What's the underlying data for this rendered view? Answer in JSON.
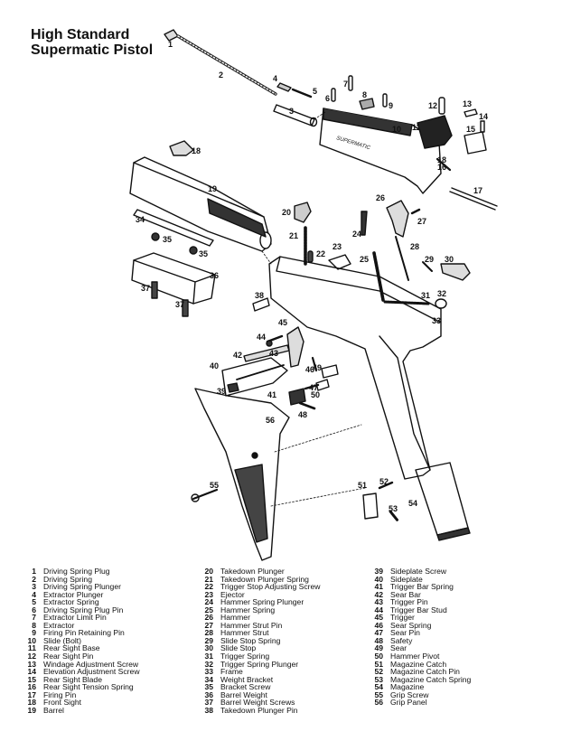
{
  "title": {
    "line1": "High Standard",
    "line2": "Supermatic Pistol"
  },
  "slide_marking": "SUPERMATIC",
  "parts": [
    {
      "num": "1",
      "name": "Driving Spring Plug"
    },
    {
      "num": "2",
      "name": "Driving Spring"
    },
    {
      "num": "3",
      "name": "Driving Spring Plunger"
    },
    {
      "num": "4",
      "name": "Extractor Plunger"
    },
    {
      "num": "5",
      "name": "Extractor Spring"
    },
    {
      "num": "6",
      "name": "Driving Spring Plug Pin"
    },
    {
      "num": "7",
      "name": "Extractor Limit Pin"
    },
    {
      "num": "8",
      "name": "Extractor"
    },
    {
      "num": "9",
      "name": "Firing Pin Retaining Pin"
    },
    {
      "num": "10",
      "name": "Slide (Bolt)"
    },
    {
      "num": "11",
      "name": "Rear Sight Base"
    },
    {
      "num": "12",
      "name": "Rear Sight Pin"
    },
    {
      "num": "13",
      "name": "Windage Adjustment Screw"
    },
    {
      "num": "14",
      "name": "Elevation Adjustment Screw"
    },
    {
      "num": "15",
      "name": "Rear Sight Blade"
    },
    {
      "num": "16",
      "name": "Rear Sight Tension Spring"
    },
    {
      "num": "17",
      "name": "Firing Pin"
    },
    {
      "num": "18",
      "name": "Front Sight"
    },
    {
      "num": "19",
      "name": "Barrel"
    },
    {
      "num": "20",
      "name": "Takedown Plunger"
    },
    {
      "num": "21",
      "name": "Takedown Plunger Spring"
    },
    {
      "num": "22",
      "name": "Trigger Stop Adjusting Screw"
    },
    {
      "num": "23",
      "name": "Ejector"
    },
    {
      "num": "24",
      "name": "Hammer Spring Plunger"
    },
    {
      "num": "25",
      "name": "Hammer Spring"
    },
    {
      "num": "26",
      "name": "Hammer"
    },
    {
      "num": "27",
      "name": "Hammer Strut Pin"
    },
    {
      "num": "28",
      "name": "Hammer Strut"
    },
    {
      "num": "29",
      "name": "Slide Stop Spring"
    },
    {
      "num": "30",
      "name": "Slide Stop"
    },
    {
      "num": "31",
      "name": "Trigger Spring"
    },
    {
      "num": "32",
      "name": "Trigger Spring Plunger"
    },
    {
      "num": "33",
      "name": "Frame"
    },
    {
      "num": "34",
      "name": "Weight Bracket"
    },
    {
      "num": "35",
      "name": "Bracket Screw"
    },
    {
      "num": "36",
      "name": "Barrel Weight"
    },
    {
      "num": "37",
      "name": "Barrel Weight Screws"
    },
    {
      "num": "38",
      "name": "Takedown Plunger Pin"
    },
    {
      "num": "39",
      "name": "Sideplate Screw"
    },
    {
      "num": "40",
      "name": "Sideplate"
    },
    {
      "num": "41",
      "name": "Trigger Bar Spring"
    },
    {
      "num": "42",
      "name": "Sear Bar"
    },
    {
      "num": "43",
      "name": "Trigger Pin"
    },
    {
      "num": "44",
      "name": "Trigger Bar Stud"
    },
    {
      "num": "45",
      "name": "Trigger"
    },
    {
      "num": "46",
      "name": "Sear Spring"
    },
    {
      "num": "47",
      "name": "Sear Pin"
    },
    {
      "num": "48",
      "name": "Safety"
    },
    {
      "num": "49",
      "name": "Sear"
    },
    {
      "num": "50",
      "name": "Hammer Pivot"
    },
    {
      "num": "51",
      "name": "Magazine Catch"
    },
    {
      "num": "52",
      "name": "Magazine Catch Pin"
    },
    {
      "num": "53",
      "name": "Magazine Catch Spring"
    },
    {
      "num": "54",
      "name": "Magazine"
    },
    {
      "num": "55",
      "name": "Grip Screw"
    },
    {
      "num": "56",
      "name": "Grip Panel"
    }
  ],
  "callouts": [
    {
      "num": "1",
      "part": 1
    },
    {
      "num": "2",
      "part": 2
    },
    {
      "num": "3",
      "part": 3
    },
    {
      "num": "4",
      "part": 4
    },
    {
      "num": "5",
      "part": 5
    },
    {
      "num": "6",
      "part": 6
    },
    {
      "num": "7",
      "part": 7
    },
    {
      "num": "8",
      "part": 8
    },
    {
      "num": "9",
      "part": 9
    },
    {
      "num": "10",
      "part": 10
    },
    {
      "num": "11",
      "part": 11
    },
    {
      "num": "12",
      "part": 12
    },
    {
      "num": "13",
      "part": 13
    },
    {
      "num": "14",
      "part": 14
    },
    {
      "num": "15",
      "part": 15
    },
    {
      "num": "16",
      "part": 16
    },
    {
      "num": "17",
      "part": 17
    },
    {
      "num": "18",
      "part": 18
    },
    {
      "num": "18",
      "part": 18
    },
    {
      "num": "19",
      "part": 19
    },
    {
      "num": "20",
      "part": 20
    },
    {
      "num": "21",
      "part": 21
    },
    {
      "num": "22",
      "part": 22
    },
    {
      "num": "23",
      "part": 23
    },
    {
      "num": "24",
      "part": 24
    },
    {
      "num": "25",
      "part": 25
    },
    {
      "num": "26",
      "part": 26
    },
    {
      "num": "27",
      "part": 27
    },
    {
      "num": "28",
      "part": 28
    },
    {
      "num": "29",
      "part": 29
    },
    {
      "num": "30",
      "part": 30
    },
    {
      "num": "31",
      "part": 31
    },
    {
      "num": "32",
      "part": 32
    },
    {
      "num": "33",
      "part": 33
    },
    {
      "num": "34",
      "part": 34
    },
    {
      "num": "35",
      "part": 35
    },
    {
      "num": "35",
      "part": 35
    },
    {
      "num": "36",
      "part": 36
    },
    {
      "num": "37",
      "part": 37
    },
    {
      "num": "37",
      "part": 37
    },
    {
      "num": "38",
      "part": 38
    },
    {
      "num": "39",
      "part": 39
    },
    {
      "num": "40",
      "part": 40
    },
    {
      "num": "41",
      "part": 41
    },
    {
      "num": "42",
      "part": 42
    },
    {
      "num": "43",
      "part": 43
    },
    {
      "num": "44",
      "part": 44
    },
    {
      "num": "45",
      "part": 45
    },
    {
      "num": "46",
      "part": 46
    },
    {
      "num": "47",
      "part": 47
    },
    {
      "num": "48",
      "part": 48
    },
    {
      "num": "49",
      "part": 49
    },
    {
      "num": "50",
      "part": 50
    },
    {
      "num": "51",
      "part": 51
    },
    {
      "num": "52",
      "part": 52
    },
    {
      "num": "53",
      "part": 53
    },
    {
      "num": "54",
      "part": 54
    },
    {
      "num": "55",
      "part": 55
    },
    {
      "num": "56",
      "part": 56
    }
  ]
}
